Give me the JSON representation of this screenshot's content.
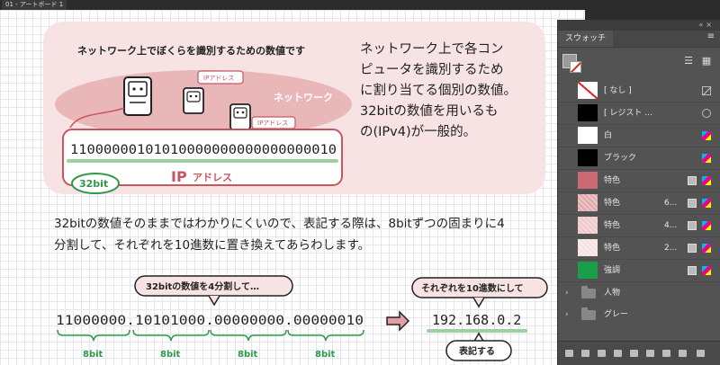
{
  "artboard": {
    "label": "01 - アートボード 1"
  },
  "card": {
    "illustration": {
      "headline": "ネットワーク上でぼくらを識別するための数値です",
      "network_label": "ネットワーク",
      "ip_tag": "IPアドレス",
      "ip_tag_small": "IPアドレス",
      "binary": "11000000101010000000000000000010",
      "bit_label": "32bit",
      "ip_caption_ip": "IP",
      "ip_caption_addr": "アドレス"
    },
    "text_lines": [
      "ネットワーク上で各コン",
      "ピュータを識別するため",
      "に割り当てる個別の数値。",
      "32bitの数値を用いるも",
      "の(IPv4)が一般的。"
    ]
  },
  "paragraph_lines": [
    "32bitの数値そのままではわかりにくいので、表記する際は、8bitずつの固まりに4",
    "分割して、それぞれを10進数に置き換えてあらわします。"
  ],
  "diagram": {
    "bubble1": "32bitの数値を4分割して…",
    "binary": "11000000.10101000.00000000.00000010",
    "bit_labels": [
      "8bit",
      "8bit",
      "8bit",
      "8bit"
    ],
    "bubble2": "それぞれを10進数にして",
    "decimal": "192.168.0.2",
    "bubble3": "表記する"
  },
  "panel": {
    "tab": "スウォッチ",
    "menu_icon": "hamburger-menu-icon",
    "swatches": [
      {
        "label": "[ なし ]",
        "color": "#ffffff",
        "kind": "none",
        "value": "",
        "icons": [
          "nocolor"
        ]
      },
      {
        "label": "[ レジスト ...",
        "color": "#000000",
        "kind": "solid",
        "value": "",
        "icons": [
          "registration"
        ]
      },
      {
        "label": "白",
        "color": "#ffffff",
        "kind": "solid",
        "value": "",
        "icons": [
          "cmyk"
        ]
      },
      {
        "label": "ブラック",
        "color": "#000000",
        "kind": "solid",
        "value": "",
        "icons": [
          "cmyk"
        ]
      },
      {
        "label": "特色",
        "color": "#c96a73",
        "kind": "solid",
        "value": "",
        "icons": [
          "spot",
          "cmyk"
        ]
      },
      {
        "label": "特色",
        "color": "#e0a8aa",
        "kind": "tint",
        "value": "6...",
        "icons": [
          "spot",
          "cmyk"
        ]
      },
      {
        "label": "特色",
        "color": "#eec7c8",
        "kind": "tint",
        "value": "4...",
        "icons": [
          "spot",
          "cmyk"
        ]
      },
      {
        "label": "特色",
        "color": "#f6e0e0",
        "kind": "tint",
        "value": "2...",
        "icons": [
          "spot",
          "cmyk"
        ]
      },
      {
        "label": "強調",
        "color": "#1a9e4a",
        "kind": "solid",
        "value": "",
        "icons": [
          "spot",
          "cmyk"
        ]
      }
    ],
    "groups": [
      {
        "label": "人物"
      },
      {
        "label": "グレー"
      }
    ]
  }
}
